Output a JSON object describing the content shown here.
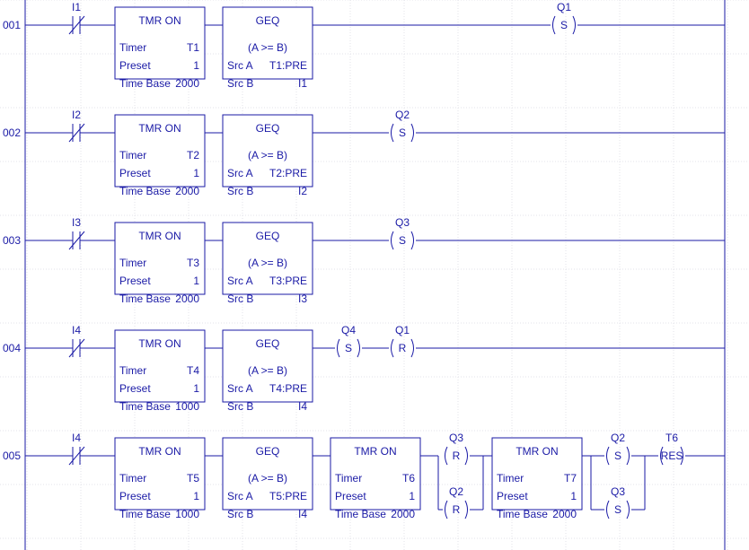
{
  "rungs": [
    {
      "number": "001",
      "contact": "I1",
      "blocks": [
        {
          "type": "timer",
          "title": "TMR ON",
          "timer_label": "Timer",
          "timer": "T1",
          "preset_label": "Preset",
          "preset": "1",
          "timebase_label": "Time Base",
          "timebase": "2000"
        },
        {
          "type": "compare",
          "title": "GEQ",
          "expr": "(A >= B)",
          "srca_label": "Src A",
          "srca": "T1:PRE",
          "srcb_label": "Src B",
          "srcb": "I1"
        }
      ],
      "coils": [
        {
          "tag": "Q1",
          "sym": "S"
        }
      ]
    },
    {
      "number": "002",
      "contact": "I2",
      "blocks": [
        {
          "type": "timer",
          "title": "TMR ON",
          "timer_label": "Timer",
          "timer": "T2",
          "preset_label": "Preset",
          "preset": "1",
          "timebase_label": "Time Base",
          "timebase": "2000"
        },
        {
          "type": "compare",
          "title": "GEQ",
          "expr": "(A >= B)",
          "srca_label": "Src A",
          "srca": "T2:PRE",
          "srcb_label": "Src B",
          "srcb": "I2"
        }
      ],
      "coils": [
        {
          "tag": "Q2",
          "sym": "S"
        }
      ]
    },
    {
      "number": "003",
      "contact": "I3",
      "blocks": [
        {
          "type": "timer",
          "title": "TMR ON",
          "timer_label": "Timer",
          "timer": "T3",
          "preset_label": "Preset",
          "preset": "1",
          "timebase_label": "Time Base",
          "timebase": "2000"
        },
        {
          "type": "compare",
          "title": "GEQ",
          "expr": "(A >= B)",
          "srca_label": "Src A",
          "srca": "T3:PRE",
          "srcb_label": "Src B",
          "srcb": "I3"
        }
      ],
      "coils": [
        {
          "tag": "Q3",
          "sym": "S"
        }
      ]
    },
    {
      "number": "004",
      "contact": "I4",
      "blocks": [
        {
          "type": "timer",
          "title": "TMR ON",
          "timer_label": "Timer",
          "timer": "T4",
          "preset_label": "Preset",
          "preset": "1",
          "timebase_label": "Time Base",
          "timebase": "1000"
        },
        {
          "type": "compare",
          "title": "GEQ",
          "expr": "(A >= B)",
          "srca_label": "Src A",
          "srca": "T4:PRE",
          "srcb_label": "Src B",
          "srcb": "I4"
        }
      ],
      "coils": [
        {
          "tag": "Q4",
          "sym": "S"
        },
        {
          "tag": "Q1",
          "sym": "R"
        }
      ]
    },
    {
      "number": "005",
      "contact": "I4",
      "blocks": [
        {
          "type": "timer",
          "title": "TMR ON",
          "timer_label": "Timer",
          "timer": "T5",
          "preset_label": "Preset",
          "preset": "1",
          "timebase_label": "Time Base",
          "timebase": "1000"
        },
        {
          "type": "compare",
          "title": "GEQ",
          "expr": "(A >= B)",
          "srca_label": "Src A",
          "srca": "T5:PRE",
          "srcb_label": "Src B",
          "srcb": "I4"
        },
        {
          "type": "timer",
          "title": "TMR ON",
          "timer_label": "Timer",
          "timer": "T6",
          "preset_label": "Preset",
          "preset": "1",
          "timebase_label": "Time Base",
          "timebase": "2000"
        },
        {
          "type": "timer",
          "title": "TMR ON",
          "timer_label": "Timer",
          "timer": "T7",
          "preset_label": "Preset",
          "preset": "1",
          "timebase_label": "Time Base",
          "timebase": "2000"
        }
      ],
      "branch1": [
        {
          "tag": "Q3",
          "sym": "R"
        },
        {
          "tag": "Q2",
          "sym": "R"
        }
      ],
      "branch2": [
        {
          "tag": "Q2",
          "sym": "S"
        },
        {
          "tag": "Q3",
          "sym": "S"
        }
      ],
      "final_coil": {
        "tag": "T6",
        "sym": "RES"
      }
    }
  ],
  "colors": {
    "ink": "#1a1aa6",
    "grid": "#e3e3ea",
    "background": "#ffffff"
  }
}
